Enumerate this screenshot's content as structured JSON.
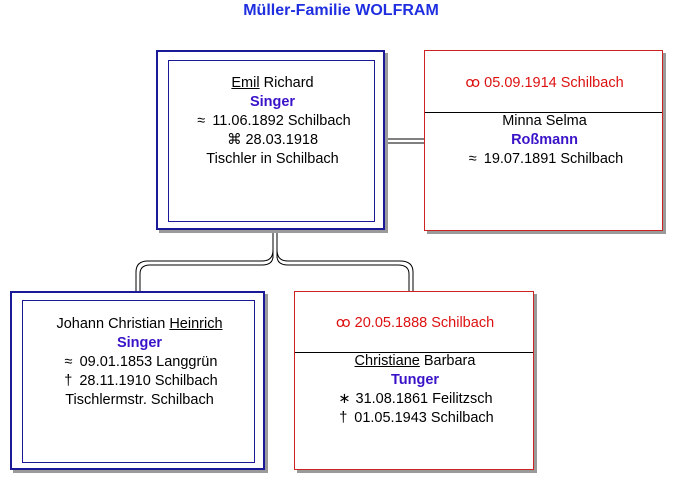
{
  "title": "Müller-Familie WOLFRAM",
  "main_person": {
    "first_name_underlined": "Emil",
    "first_name_rest": " Richard",
    "surname": "Singer",
    "birth_symbol": "≈",
    "birth": "11.06.1892 Schilbach",
    "death_symbol": "⌘",
    "death": "28.03.1918",
    "occupation": "Tischler in Schilbach"
  },
  "main_spouse": {
    "marriage_symbol": "ꝏ",
    "marriage": "05.09.1914 Schilbach",
    "first_names": "Minna Selma",
    "surname": "Roßmann",
    "birth_symbol": "≈",
    "birth": "19.07.1891 Schilbach"
  },
  "father": {
    "first_name_prefix": "Johann Christian ",
    "first_name_underlined": "Heinrich",
    "surname": "Singer",
    "birth_symbol": "≈",
    "birth": "09.01.1853 Langgrün",
    "death_symbol": "†",
    "death": "28.11.1910 Schilbach",
    "occupation": "Tischlermstr. Schilbach"
  },
  "mother": {
    "marriage_symbol": "ꝏ",
    "marriage": "20.05.1888 Schilbach",
    "first_name_underlined": "Christiane",
    "first_name_rest": " Barbara",
    "surname": "Tunger",
    "birth_symbol": "∗",
    "birth": "31.08.1861 Feilitzsch",
    "death_symbol": "†",
    "death": "01.05.1943 Schilbach"
  },
  "colors": {
    "title": "#1f2fe0",
    "person_border": "#1a1a99",
    "spouse_border": "#cc2222",
    "surname": "#3a13c9",
    "marriage": "#dd1111"
  }
}
